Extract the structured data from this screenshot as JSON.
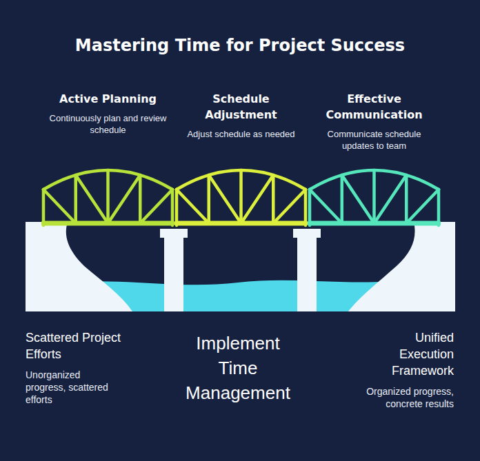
{
  "diagram": {
    "title": "Mastering Time for Project Success",
    "nodes": [
      {
        "text": [
          "Active Planning",
          "Continuously plan and review schedule"
        ]
      },
      {
        "text": [
          "Schedule Adjustment",
          "Adjust schedule as needed"
        ]
      },
      {
        "text": [
          "Effective Communication",
          "Communicate schedule updates to team"
        ]
      }
    ],
    "labels": [
      "Scattered Project Efforts",
      "Unorganized progress, scattered efforts",
      "Implement Time Management",
      "Unified Execution Framework",
      "Organized progress, concrete results"
    ]
  }
}
